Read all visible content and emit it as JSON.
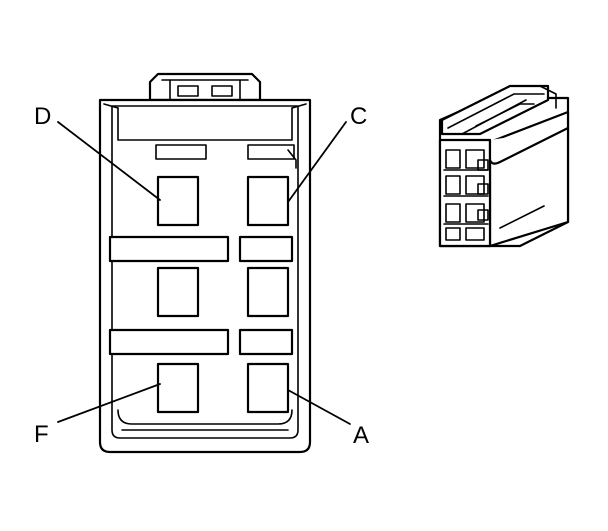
{
  "pin_labels": {
    "d": "D",
    "c": "C",
    "f": "F",
    "a": "A"
  }
}
